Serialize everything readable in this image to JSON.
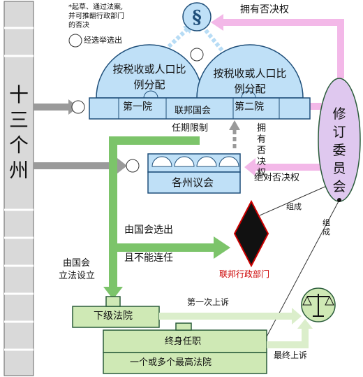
{
  "states": {
    "label": "十三个州"
  },
  "note": {
    "line1": "*起草、通过法案,",
    "line2": "并可推翻行政部门",
    "line3": "的否决"
  },
  "elect_label": "经选举选出",
  "congress": {
    "house": {
      "label": "第一院",
      "dome": "按税收或人口比例分配"
    },
    "name": "联邦国会",
    "senate": {
      "label": "第二院",
      "dome": "按税收或人口比例分配"
    },
    "term_limit": "任期限制"
  },
  "state_legislatures": "各州议会",
  "commission": {
    "label": "修订委员会"
  },
  "edges": {
    "veto": "拥有否决权",
    "has_veto": "拥有否决权",
    "absolute_veto": "绝对否决权",
    "composed1": "组成",
    "composed2": "组成",
    "elected_by_congress_1": "由国会选出",
    "elected_by_congress_2": "且不能连任",
    "established_1": "由国会",
    "established_2": "立法设立",
    "first_appeal": "第一次上诉",
    "final_appeal": "最终上诉"
  },
  "executive": "联邦行政部门",
  "courts": {
    "lower": "下级法院",
    "life_tenure": "终身任职",
    "supreme": "一个或多个最高法院"
  },
  "icons": [
    "law-section-icon",
    "raised-hand-icon",
    "justice-scales-icon",
    "executive-diamond-icon"
  ],
  "colors": {
    "blue_fill": "#bfe0f7",
    "blue_stroke": "#1f4f7a",
    "green": "#7cc46a",
    "green_fill": "#cfe9b5",
    "pink": "#f3b8e8",
    "purple_fill": "#dfc8ef",
    "gray": "#9a9a9a",
    "red": "#cc0000"
  }
}
